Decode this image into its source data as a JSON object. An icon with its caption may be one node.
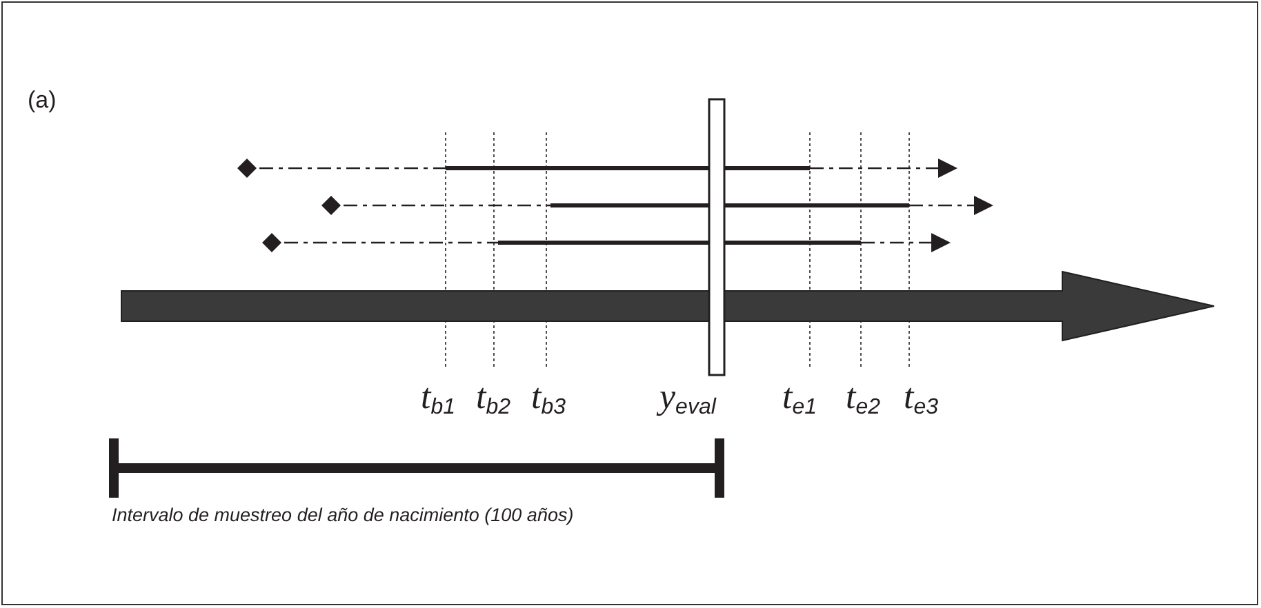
{
  "diagram": {
    "labels": [
      "(a)",
      "t$_{b1}$",
      "t$_{b2}$",
      "t$_{b3}$",
      "y$_{eval}$",
      "t$_{e1}$",
      "t$_{e2}$",
      "t$_{e3}$",
      "Intervalo de muestreo del año de nacimiento (100 años)"
    ]
  }
}
